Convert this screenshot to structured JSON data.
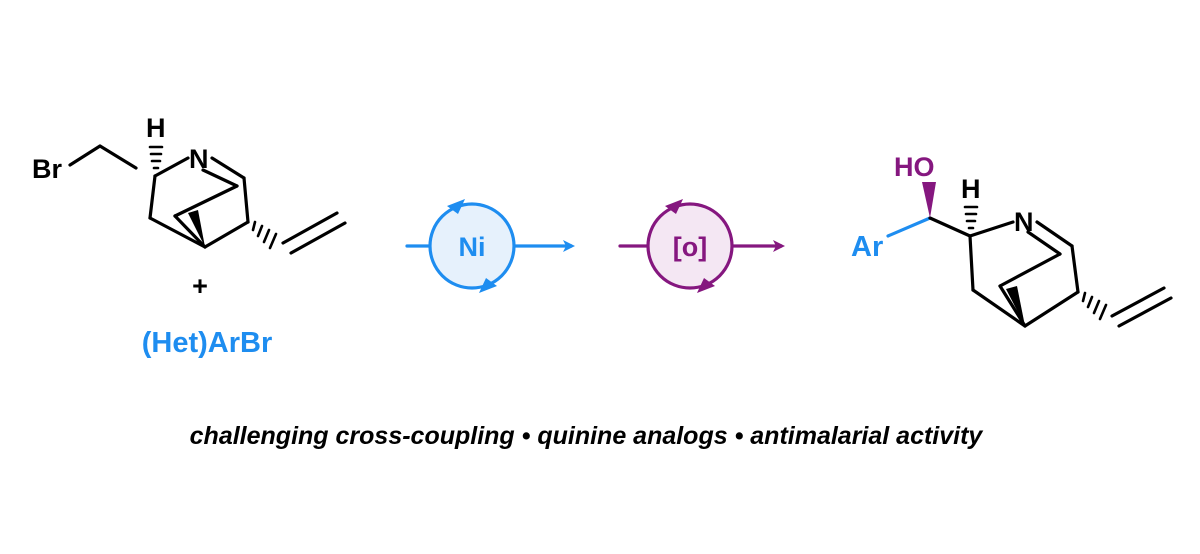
{
  "colors": {
    "black": "#000000",
    "blue": "#1e8df0",
    "blue_fill": "#e6f1fc",
    "purple": "#85177f",
    "purple_fill": "#f4e7f3"
  },
  "reactant": {
    "bromine": "Br",
    "nitrogen": "N",
    "hydrogen": "H",
    "plus": "+",
    "coupling_partner": "(Het)ArBr"
  },
  "step1": {
    "label": "Ni",
    "icon": "catalytic-cycle-icon"
  },
  "step2": {
    "label": "[o]",
    "icon": "catalytic-cycle-icon"
  },
  "product": {
    "hydroxyl": "HO",
    "aryl": "Ar",
    "nitrogen": "N",
    "hydrogen": "H"
  },
  "caption": "challenging cross-coupling • quinine analogs • antimalarial activity"
}
